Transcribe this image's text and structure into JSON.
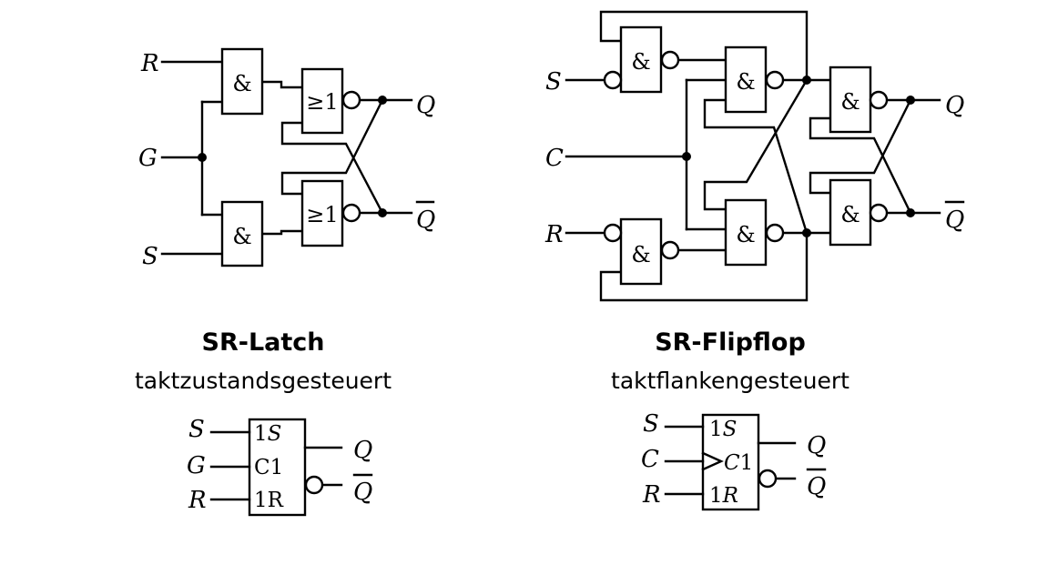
{
  "latch": {
    "signals": {
      "r": "R",
      "g": "G",
      "s": "S",
      "q": "Q",
      "qbar": "Q"
    },
    "gates": {
      "and_top": "&",
      "and_bottom": "&",
      "nor_top": "≥1",
      "nor_bottom": "≥1"
    },
    "title": "SR-Latch",
    "subtitle": "taktzustandsgesteuert",
    "symbol": {
      "inputs": {
        "s": "S",
        "g": "G",
        "r": "R"
      },
      "pins": {
        "s_num": "1",
        "s_letter": "S",
        "c": "C1",
        "r": "1R"
      },
      "outputs": {
        "q": "Q",
        "qbar": "Q"
      }
    }
  },
  "flipflop": {
    "signals": {
      "s": "S",
      "c": "C",
      "r": "R",
      "q": "Q",
      "qbar": "Q"
    },
    "gates": {
      "nand_1": "&",
      "nand_2": "&",
      "nand_3": "&",
      "nand_4": "&",
      "nand_5": "&",
      "nand_6": "&"
    },
    "title": "SR-Flipflop",
    "subtitle": "taktflankengesteuert",
    "symbol": {
      "inputs": {
        "s": "S",
        "c": "C",
        "r": "R"
      },
      "pins": {
        "s_num": "1",
        "s_letter": "S",
        "c_letter": "C",
        "c_num": "1",
        "r_num": "1",
        "r_letter": "R"
      },
      "outputs": {
        "q": "Q",
        "qbar": "Q"
      }
    }
  }
}
